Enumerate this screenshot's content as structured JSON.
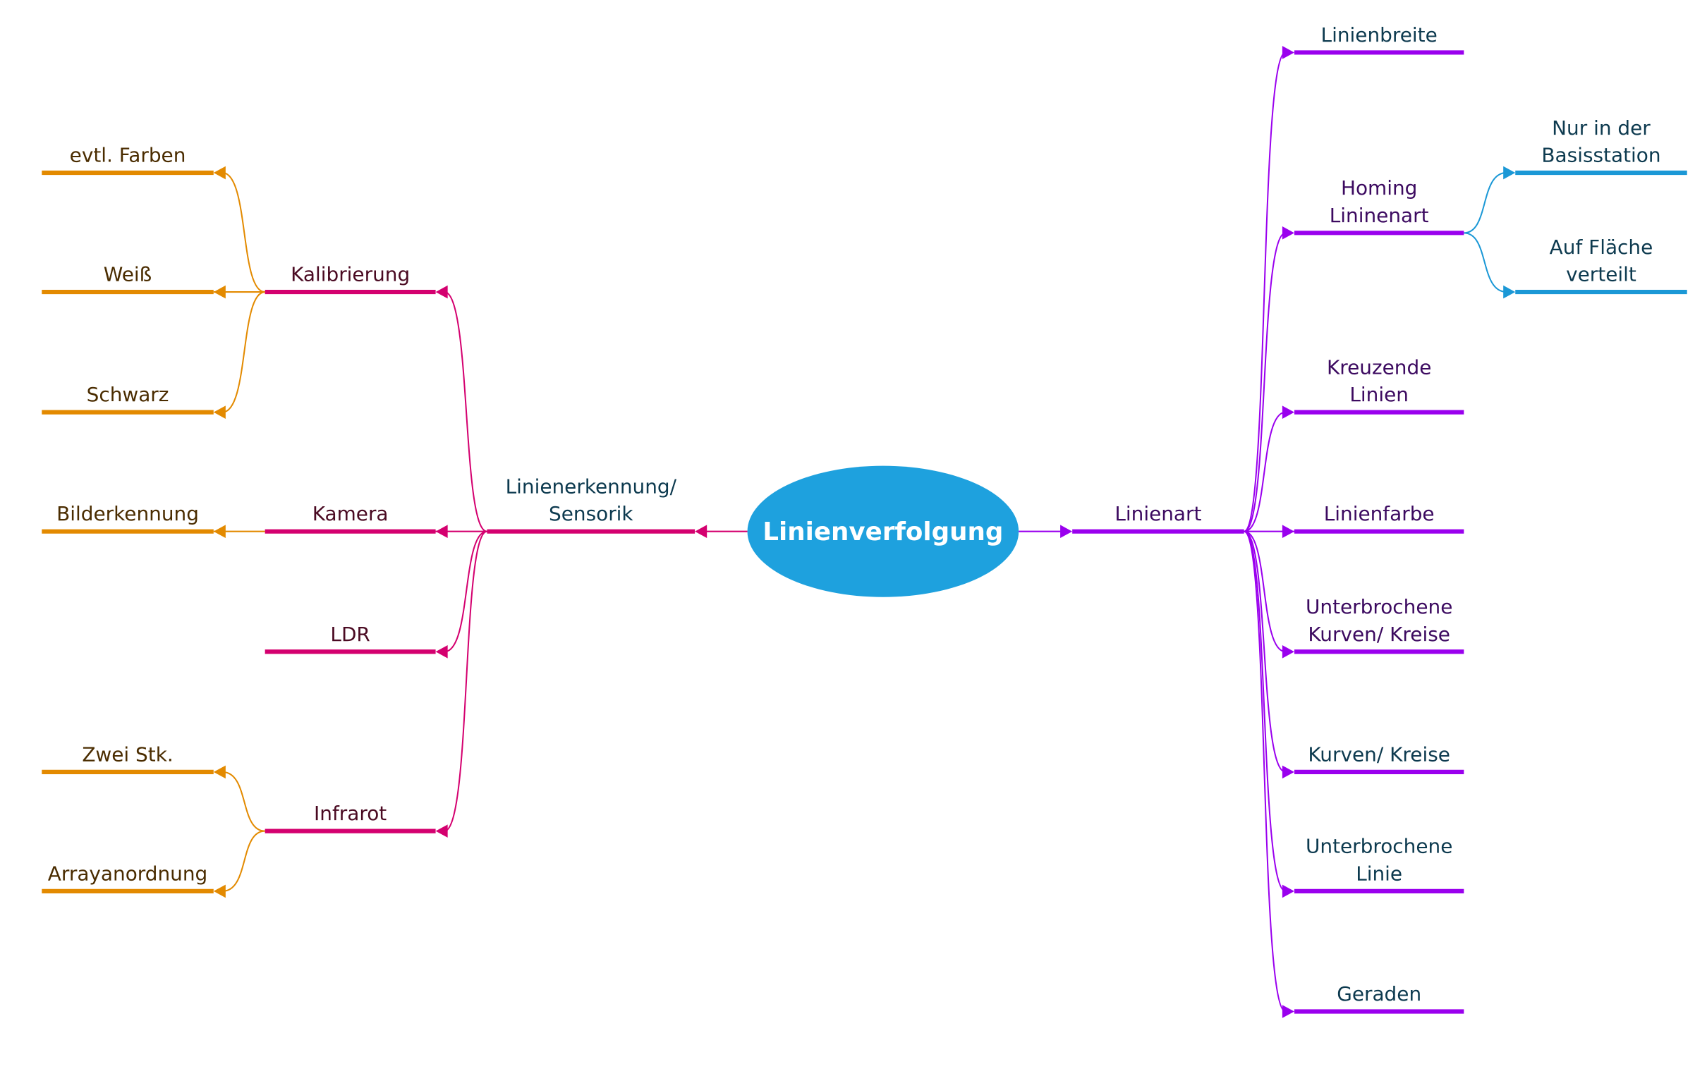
{
  "colors": {
    "root": "#1ea1de",
    "sensor_branch": "#d4006f",
    "sensor_text": "#4a0a22",
    "leaf_orange": "#e38a00",
    "leaf_orange_text": "#4a2c00",
    "type_branch": "#9a00ee",
    "type_text_purple": "#3c0a60",
    "type_text_teal": "#0d3a4f",
    "homing_leaf": "#1b98d6"
  },
  "root": {
    "label": "Linienverfolgung"
  },
  "left_branch": {
    "label": [
      "Linienerkennung/",
      "Sensorik"
    ],
    "children": [
      {
        "label": [
          "Kalibrierung"
        ],
        "children": [
          {
            "label": [
              "evtl. Farben"
            ]
          },
          {
            "label": [
              "Weiß"
            ]
          },
          {
            "label": [
              "Schwarz"
            ]
          }
        ]
      },
      {
        "label": [
          "Kamera"
        ],
        "children": [
          {
            "label": [
              "Bilderkennung"
            ]
          }
        ]
      },
      {
        "label": [
          "LDR"
        ],
        "children": []
      },
      {
        "label": [
          "Infrarot"
        ],
        "children": [
          {
            "label": [
              "Zwei Stk."
            ]
          },
          {
            "label": [
              "Arrayanordnung"
            ]
          }
        ]
      }
    ]
  },
  "right_branch": {
    "label": [
      "Linienart"
    ],
    "children": [
      {
        "label": [
          "Linienbreite"
        ],
        "text_tone": "teal",
        "children": []
      },
      {
        "label": [
          "Homing",
          "Lininenart"
        ],
        "text_tone": "purple",
        "children": [
          {
            "label": [
              "Nur in der",
              "Basisstation"
            ]
          },
          {
            "label": [
              "Auf Fläche",
              "verteilt"
            ]
          }
        ]
      },
      {
        "label": [
          "Kreuzende",
          "Linien"
        ],
        "text_tone": "purple",
        "children": []
      },
      {
        "label": [
          "Linienfarbe"
        ],
        "text_tone": "purple",
        "children": []
      },
      {
        "label": [
          "Unterbrochene",
          "Kurven/ Kreise"
        ],
        "text_tone": "purple",
        "children": []
      },
      {
        "label": [
          "Kurven/ Kreise"
        ],
        "text_tone": "teal",
        "children": []
      },
      {
        "label": [
          "Unterbrochene",
          "Linie"
        ],
        "text_tone": "teal",
        "children": []
      },
      {
        "label": [
          "Geraden"
        ],
        "text_tone": "teal",
        "children": []
      }
    ]
  }
}
